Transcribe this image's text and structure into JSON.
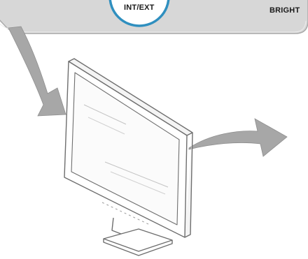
{
  "panel": {
    "dial_label": "INT/EXT",
    "side_label": "BRIGHT"
  },
  "colors": {
    "panel_background": "#d7d7d7",
    "panel_border": "#a9a9a9",
    "dial_ring": "#2f8fbf",
    "arrow_fill": "#a7a7a7",
    "monitor_outline": "#6e6e6e"
  },
  "icons": [
    "curved-arrow-down",
    "curved-arrow-right",
    "monitor-illustration"
  ]
}
